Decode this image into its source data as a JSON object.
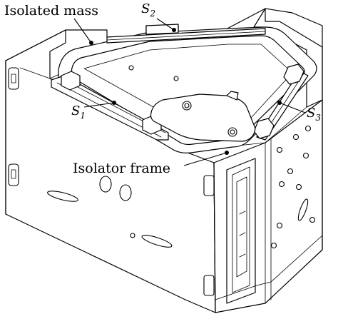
{
  "labels": {
    "isolated_mass": "Isolated mass",
    "isolator_frame": "Isolator frame",
    "s1": {
      "symbol": "S",
      "subscript": "1"
    },
    "s2": {
      "symbol": "S",
      "subscript": "2"
    },
    "s3": {
      "symbol": "S",
      "subscript": "3"
    }
  }
}
